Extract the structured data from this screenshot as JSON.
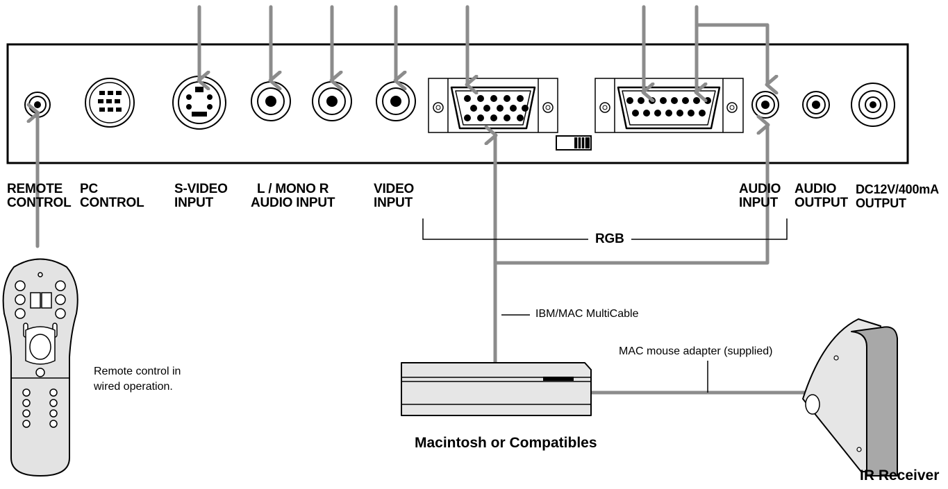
{
  "colors": {
    "cable": "#8c8c8c",
    "line": "#000000",
    "fill_light": "#e6e6e6",
    "fill_dark": "#a8a8a8"
  },
  "port_labels": {
    "remote_control": [
      "REMOTE",
      "CONTROL"
    ],
    "pc_control": [
      "PC",
      "CONTROL"
    ],
    "s_video_input": [
      "S-VIDEO",
      "INPUT"
    ],
    "audio_input_lr": [
      "L / MONO R",
      "AUDIO INPUT"
    ],
    "video_input": [
      "VIDEO",
      "INPUT"
    ],
    "audio_input": [
      "AUDIO",
      "INPUT"
    ],
    "audio_output": [
      "AUDIO",
      "OUTPUT"
    ],
    "dc_output": [
      "DC12V/400mA",
      "OUTPUT"
    ]
  },
  "rgb_label": "RGB",
  "cable_labels": {
    "multicable": "IBM/MAC MultiCable",
    "mouse_adapter": "MAC mouse adapter (supplied)"
  },
  "remote_note": [
    "Remote control in",
    "wired operation."
  ],
  "device_labels": {
    "computer": "Macintosh or Compatibles",
    "ir_receiver": "IR Receiver"
  },
  "icons": [
    "remote-control-icon",
    "macintosh-computer-icon",
    "ir-receiver-icon",
    "vga-connector-icon",
    "mini-din-connector-icon",
    "rca-jack-icon",
    "dc-jack-icon",
    "dip-switch-icon"
  ]
}
